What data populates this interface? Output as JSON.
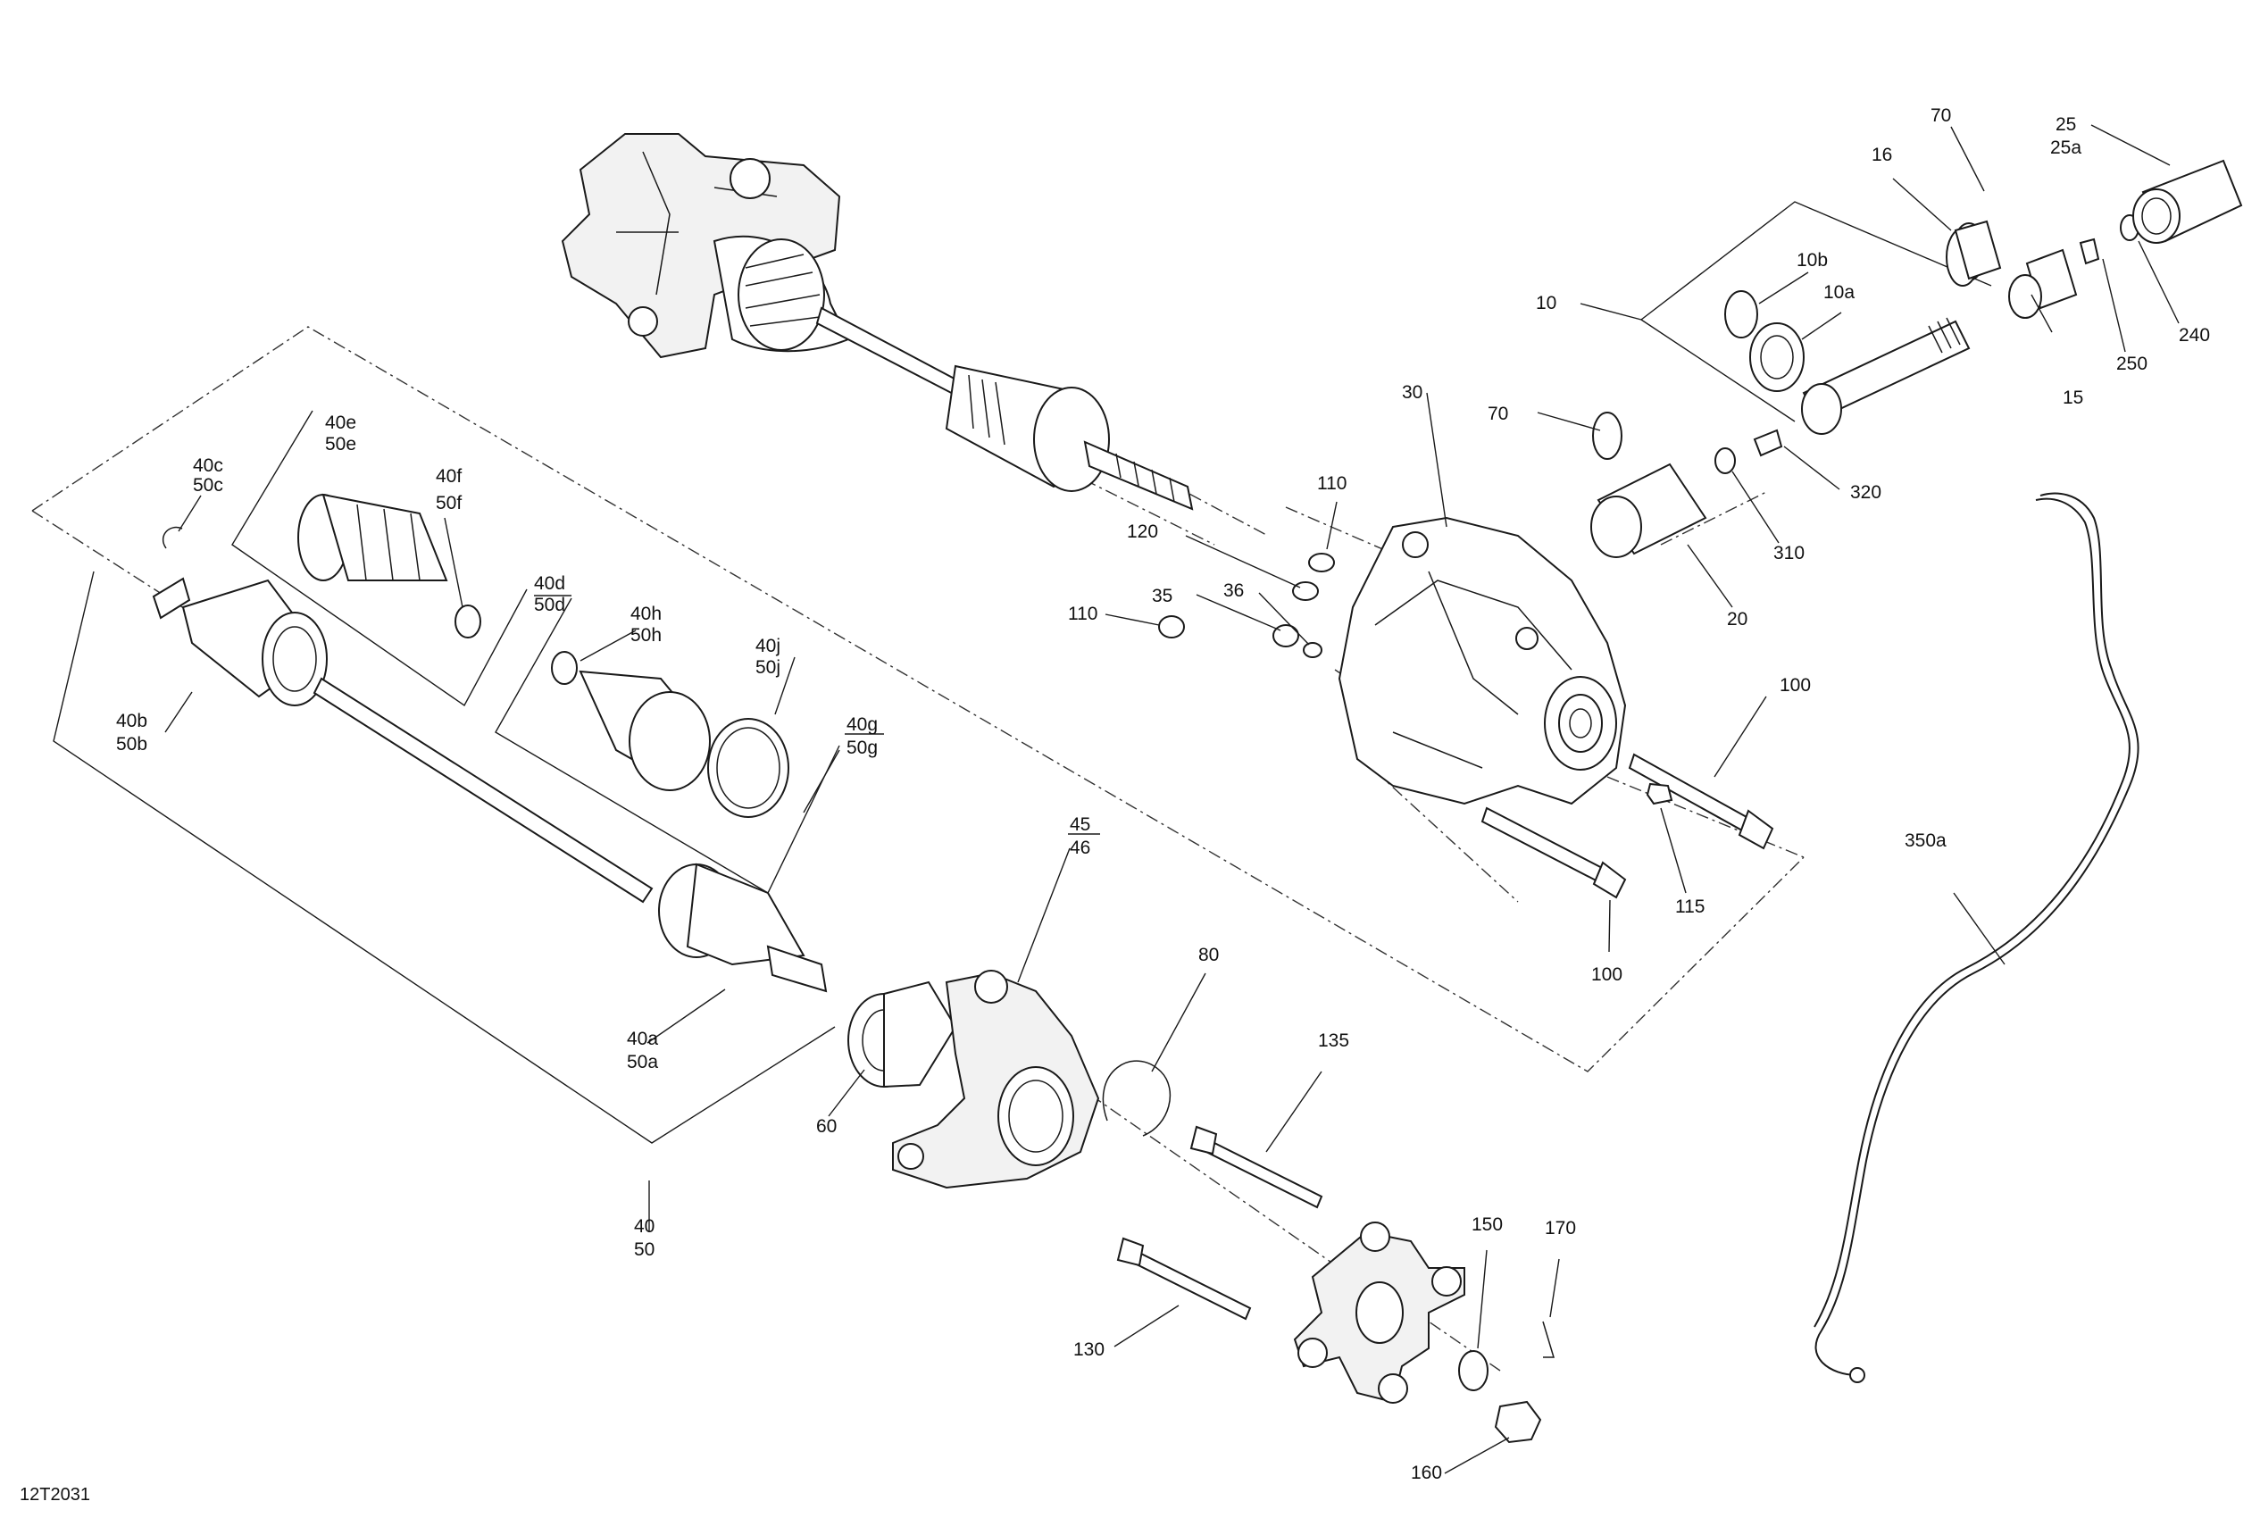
{
  "drawing_code": "12T2031",
  "labels": {
    "l_70_top": "70",
    "l_25": "25",
    "l_25a": "25a",
    "l_16": "16",
    "l_10b": "10b",
    "l_10a": "10a",
    "l_10": "10",
    "l_15": "15",
    "l_250": "250",
    "l_240": "240",
    "l_30": "30",
    "l_70_mid": "70",
    "l_320": "320",
    "l_310": "310",
    "l_20": "20",
    "l_110_top": "110",
    "l_120": "120",
    "l_35": "35",
    "l_36": "36",
    "l_110_left": "110",
    "l_100_right": "100",
    "l_115": "115",
    "l_100_bottom": "100",
    "l_350a": "350a",
    "l_40c": "40c",
    "l_50c": "50c",
    "l_40e": "40e",
    "l_50e": "50e",
    "l_40f": "40f",
    "l_50f": "50f",
    "l_40d": "40d",
    "l_50d": "50d",
    "l_40h": "40h",
    "l_50h": "50h",
    "l_40j": "40j",
    "l_50j": "50j",
    "l_40g": "40g",
    "l_50g": "50g",
    "l_40b": "40b",
    "l_50b": "50b",
    "l_45": "45",
    "l_46": "46",
    "l_80": "80",
    "l_40a": "40a",
    "l_50a": "50a",
    "l_135": "135",
    "l_60": "60",
    "l_40": "40",
    "l_50": "50",
    "l_150": "150",
    "l_170": "170",
    "l_130": "130",
    "l_160": "160"
  },
  "colors": {
    "line": "#1a1a1a",
    "background": "#ffffff",
    "shade": "#f2f2f2"
  }
}
